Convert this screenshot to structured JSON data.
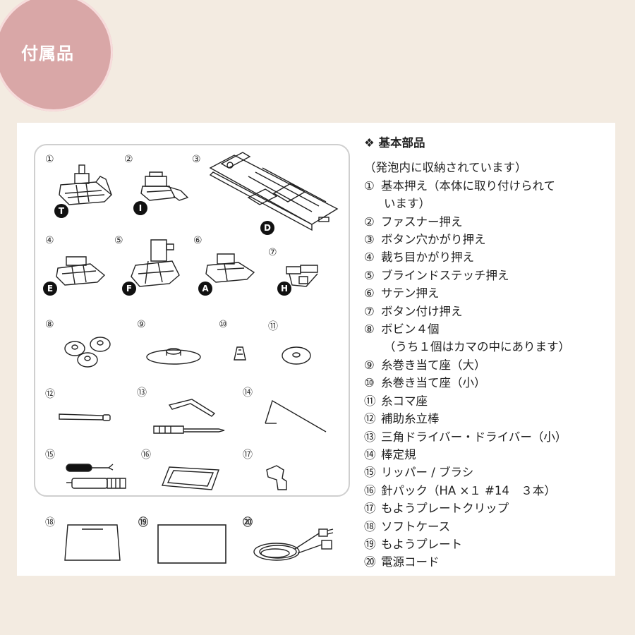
{
  "badge": {
    "label": "付属品"
  },
  "parts": [
    {
      "num": "①",
      "tag": "T"
    },
    {
      "num": "②",
      "tag": "I"
    },
    {
      "num": "③",
      "tag": "D"
    },
    {
      "num": "④",
      "tag": "E"
    },
    {
      "num": "⑤",
      "tag": "F"
    },
    {
      "num": "⑥",
      "tag": "A"
    },
    {
      "num": "⑦",
      "tag": "H"
    },
    {
      "num": "⑧"
    },
    {
      "num": "⑨"
    },
    {
      "num": "⑩"
    },
    {
      "num": "⑪"
    },
    {
      "num": "⑫"
    },
    {
      "num": "⑬"
    },
    {
      "num": "⑭"
    },
    {
      "num": "⑮"
    },
    {
      "num": "⑯"
    },
    {
      "num": "⑰"
    },
    {
      "num": "⑱"
    },
    {
      "num": "⑲"
    },
    {
      "num": "⑳"
    }
  ],
  "list": {
    "title": "❖ 基本部品",
    "rows": [
      {
        "mark": "",
        "text": "（発泡内に収納されています）"
      },
      {
        "mark": "①",
        "text": "基本押え（本体に取り付けられて"
      },
      {
        "mark": "",
        "text": "います）",
        "cont": true
      },
      {
        "mark": "②",
        "text": "ファスナー押え"
      },
      {
        "mark": "③",
        "text": "ボタン穴かがり押え"
      },
      {
        "mark": "④",
        "text": "裁ち目かがり押え"
      },
      {
        "mark": "⑤",
        "text": "ブラインドステッチ押え"
      },
      {
        "mark": "⑥",
        "text": "サテン押え"
      },
      {
        "mark": "⑦",
        "text": "ボタン付け押え"
      },
      {
        "mark": "⑧",
        "text": "ボビン４個"
      },
      {
        "mark": "",
        "text": "（うち１個はカマの中にあります）",
        "cont": true
      },
      {
        "mark": "⑨",
        "text": "糸巻き当て座（大）"
      },
      {
        "mark": "⑩",
        "text": "糸巻き当て座（小）"
      },
      {
        "mark": "⑪",
        "text": "糸コマ座"
      },
      {
        "mark": "⑫",
        "text": "補助糸立棒"
      },
      {
        "mark": "⑬",
        "text": "三角ドライバー・ドライバー（小）"
      },
      {
        "mark": "⑭",
        "text": "棒定規"
      },
      {
        "mark": "⑮",
        "text": "リッパー / ブラシ"
      },
      {
        "mark": "⑯",
        "text": "針パック（HA ×１ #14　３本）"
      },
      {
        "mark": "⑰",
        "text": "もようプレートクリップ"
      },
      {
        "mark": "⑱",
        "text": "ソフトケース"
      },
      {
        "mark": "⑲",
        "text": "もようプレート"
      },
      {
        "mark": "⑳",
        "text": "電源コード"
      }
    ]
  },
  "icons": {
    "foot": "presser-foot-icon",
    "bobbin": "bobbin-icon",
    "spool_cap": "spool-cap-icon",
    "screwdriver": "screwdriver-icon",
    "cord": "power-cord-icon"
  }
}
